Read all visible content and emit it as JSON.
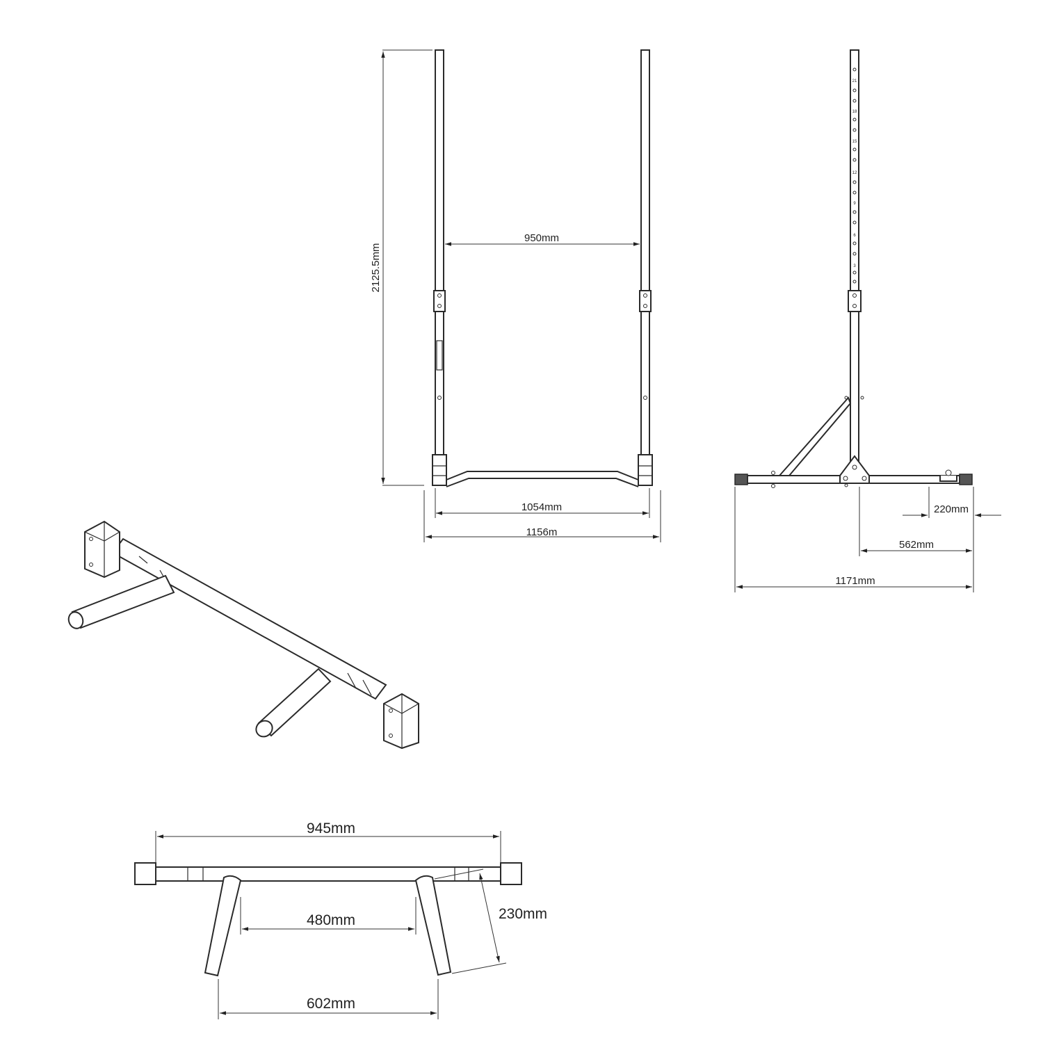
{
  "colors": {
    "line": "#2a2a2a",
    "background": "#ffffff"
  },
  "front_view": {
    "height_label": "2125.5mm",
    "inner_width_label": "950mm",
    "base_inner_label": "1054mm",
    "base_outer_label": "1156m"
  },
  "side_view": {
    "foot_label": "220mm",
    "half_base_label": "562mm",
    "base_depth_label": "1171mm",
    "height_markings": [
      "21",
      "18",
      "15",
      "12",
      "9",
      "6",
      "3"
    ]
  },
  "pullup_top_view": {
    "total_width_label": "945mm",
    "handle_inner_label": "480mm",
    "handle_length_label": "230mm",
    "handle_outer_label": "602mm"
  }
}
